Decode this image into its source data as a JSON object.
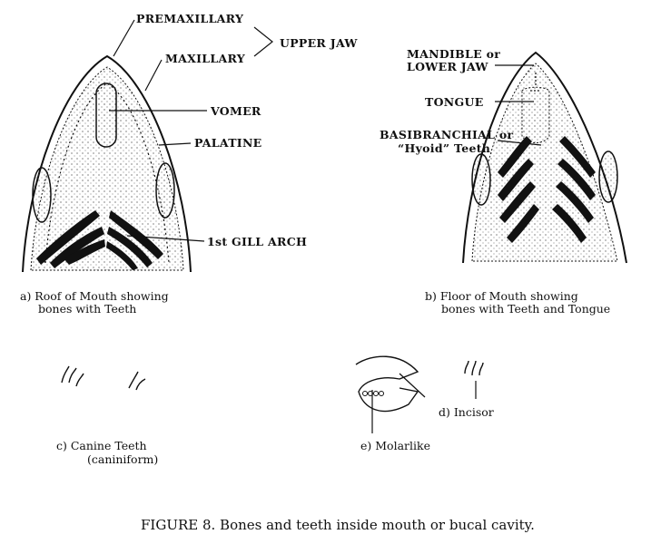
{
  "labels": {
    "premaxillary": "PREMAXILLARY",
    "maxillary": "MAXILLARY",
    "upper_jaw": "UPPER JAW",
    "vomer": "VOMER",
    "palatine": "PALATINE",
    "gill_arch": "1st GILL ARCH",
    "mandible_1": "MANDIBLE or",
    "mandible_2": "LOWER JAW",
    "tongue": "TONGUE",
    "basibranchial_1": "BASIBRANCHIAL or",
    "basibranchial_2": "“Hyoid” Teeth"
  },
  "captions": {
    "a_1": "a)  Roof of Mouth showing",
    "a_2": "bones with Teeth",
    "b_1": "b)  Floor of Mouth showing",
    "b_2": "bones with Teeth and Tongue",
    "c_1": "c)  Canine Teeth",
    "c_2": "(caniniform)",
    "d": "d)  Incisor",
    "e": "e)  Molarlike"
  },
  "figure_caption": "FIGURE 8.  Bones and teeth inside mouth or bucal cavity."
}
